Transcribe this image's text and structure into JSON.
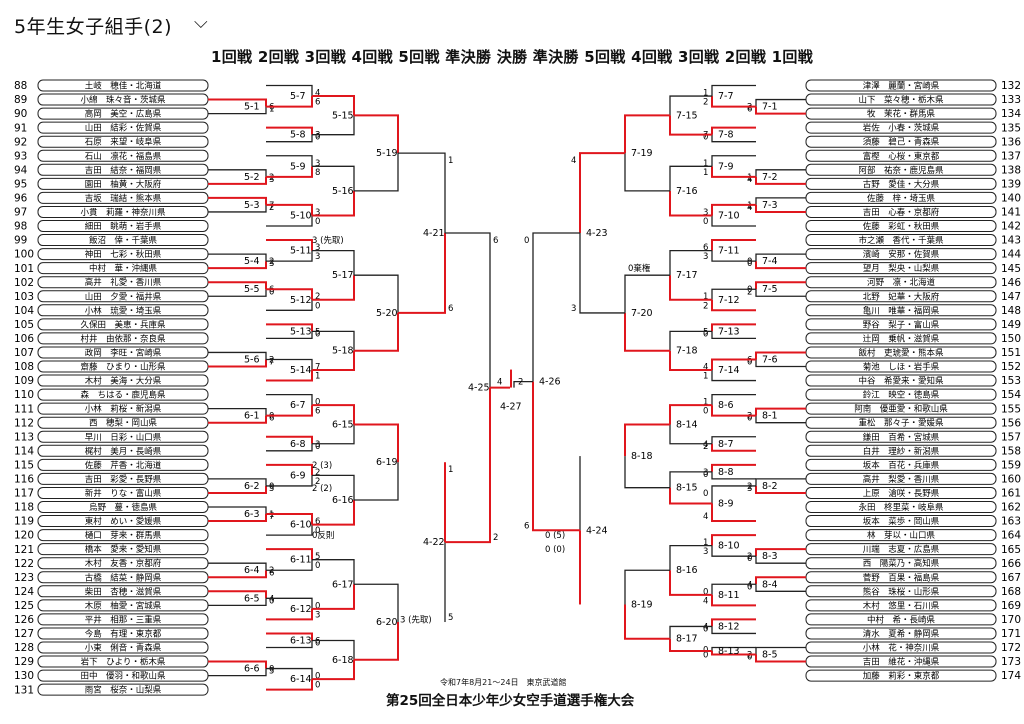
{
  "title": "5年生女子組手(2)",
  "chevron_icon": "chevron-down-icon",
  "round_header": "1回戦 2回戦 3回戦 4回戦 5回戦 準決勝 決勝 準決勝 5回戦 4回戦 3回戦 2回戦 1回戦",
  "footer": {
    "date": "令和7年8月21〜24日　東京武道館",
    "event": "第25回全日本少年少女空手道選手権大会"
  },
  "colors": {
    "winner_line": "#e0161d",
    "loser_line": "#222222"
  },
  "left_players": [
    {
      "no": "88",
      "name": "土岐　穂佳・北海道"
    },
    {
      "no": "89",
      "name": "小綿　珠々音・茨城県"
    },
    {
      "no": "90",
      "name": "高岡　美空・広島県"
    },
    {
      "no": "91",
      "name": "山田　結彩・佐賀県"
    },
    {
      "no": "92",
      "name": "石原　来望・岐阜県"
    },
    {
      "no": "93",
      "name": "石山　凛花・福島県"
    },
    {
      "no": "94",
      "name": "吉田　結奈・福岡県"
    },
    {
      "no": "95",
      "name": "園田　柚黄・大阪府"
    },
    {
      "no": "96",
      "name": "吉坂　瑞結・熊本県"
    },
    {
      "no": "97",
      "name": "小貫　莉羅・神奈川県"
    },
    {
      "no": "98",
      "name": "細田　眺萌・岩手県"
    },
    {
      "no": "99",
      "name": "飯沼　倖・千葉県"
    },
    {
      "no": "100",
      "name": "神田　七彩・秋田県"
    },
    {
      "no": "101",
      "name": "中村　華・沖縄県"
    },
    {
      "no": "102",
      "name": "高井　礼愛・香川県"
    },
    {
      "no": "103",
      "name": "山田　夕愛・福井県"
    },
    {
      "no": "104",
      "name": "小林　琉愛・埼玉県"
    },
    {
      "no": "105",
      "name": "久保田　美恵・兵庫県"
    },
    {
      "no": "106",
      "name": "村井　由依那・奈良県"
    },
    {
      "no": "107",
      "name": "政岡　李旺・宮崎県"
    },
    {
      "no": "108",
      "name": "齋藤　ひまり・山形県"
    },
    {
      "no": "109",
      "name": "木村　美海・大分県"
    },
    {
      "no": "110",
      "name": "森　ちはる・鹿児島県"
    },
    {
      "no": "111",
      "name": "小林　莉桜・新潟県"
    },
    {
      "no": "112",
      "name": "西　穂梨・岡山県"
    },
    {
      "no": "113",
      "name": "早川　日彩・山口県"
    },
    {
      "no": "114",
      "name": "梶村　美月・長崎県"
    },
    {
      "no": "115",
      "name": "佐藤　芹香・北海道"
    },
    {
      "no": "116",
      "name": "吉田　彩愛・長野県"
    },
    {
      "no": "117",
      "name": "新井　りな・富山県"
    },
    {
      "no": "118",
      "name": "烏野　蔓・徳島県"
    },
    {
      "no": "119",
      "name": "東村　めい・愛媛県"
    },
    {
      "no": "120",
      "name": "樋口　芽来・群馬県"
    },
    {
      "no": "121",
      "name": "橋本　愛来・愛知県"
    },
    {
      "no": "122",
      "name": "木村　友香・京都府"
    },
    {
      "no": "123",
      "name": "古橋　結菜・静岡県"
    },
    {
      "no": "124",
      "name": "柴田　杏穂・滋賀県"
    },
    {
      "no": "125",
      "name": "木原　柚愛・宮城県"
    },
    {
      "no": "126",
      "name": "平井　相那・三重県"
    },
    {
      "no": "127",
      "name": "今島　有理・東京都"
    },
    {
      "no": "128",
      "name": "小東　俐音・青森県"
    },
    {
      "no": "129",
      "name": "岩下　ひより・栃木県"
    },
    {
      "no": "130",
      "name": "田中　優羽・和歌山県"
    },
    {
      "no": "131",
      "name": "雨宮　桜奈・山梨県"
    }
  ],
  "right_players": [
    {
      "no": "132",
      "name": "津澤　麗蘭・宮崎県"
    },
    {
      "no": "133",
      "name": "山下　菜々穂・栃木県"
    },
    {
      "no": "134",
      "name": "牧　茉花・群馬県"
    },
    {
      "no": "135",
      "name": "岩佐　小春・茨城県"
    },
    {
      "no": "136",
      "name": "須藤　碧己・青森県"
    },
    {
      "no": "137",
      "name": "富樫　心桜・東京都"
    },
    {
      "no": "138",
      "name": "阿部　祐奈・鹿児島県"
    },
    {
      "no": "139",
      "name": "古野　愛佳・大分県"
    },
    {
      "no": "140",
      "name": "佐藤　梓・埼玉県"
    },
    {
      "no": "141",
      "name": "吉田　心春・京都府"
    },
    {
      "no": "142",
      "name": "佐藤　彩虹・秋田県"
    },
    {
      "no": "143",
      "name": "市之瀬　香代・千葉県"
    },
    {
      "no": "144",
      "name": "濱崎　安那・佐賀県"
    },
    {
      "no": "145",
      "name": "望月　梨央・山梨県"
    },
    {
      "no": "146",
      "name": "河野　凛・北海道"
    },
    {
      "no": "147",
      "name": "北野　妃華・大阪府"
    },
    {
      "no": "148",
      "name": "亀川　唯華・福岡県"
    },
    {
      "no": "149",
      "name": "野谷　梨子・富山県"
    },
    {
      "no": "150",
      "name": "辻岡　乗帆・滋賀県"
    },
    {
      "no": "151",
      "name": "飯村　吏琥愛・熊本県"
    },
    {
      "no": "152",
      "name": "菊池　しほ・岩手県"
    },
    {
      "no": "153",
      "name": "中谷　希愛来・愛知県"
    },
    {
      "no": "154",
      "name": "鈴江　映空・徳島県"
    },
    {
      "no": "155",
      "name": "阿南　優亜愛・和歌山県"
    },
    {
      "no": "156",
      "name": "重松　那々子・愛媛県"
    },
    {
      "no": "157",
      "name": "鎌田　百希・宮城県"
    },
    {
      "no": "158",
      "name": "白井　理紗・新潟県"
    },
    {
      "no": "159",
      "name": "坂本　百花・兵庫県"
    },
    {
      "no": "160",
      "name": "高井　梨愛・香川県"
    },
    {
      "no": "161",
      "name": "上原　滄咲・長野県"
    },
    {
      "no": "162",
      "name": "永田　柊里菜・岐阜県"
    },
    {
      "no": "163",
      "name": "坂本　菜歩・岡山県"
    },
    {
      "no": "164",
      "name": "林　芽以・山口県"
    },
    {
      "no": "165",
      "name": "川端　志夏・広島県"
    },
    {
      "no": "166",
      "name": "西　陽菜乃・高知県"
    },
    {
      "no": "167",
      "name": "菅野　百果・福島県"
    },
    {
      "no": "168",
      "name": "熊谷　珠桜・山形県"
    },
    {
      "no": "169",
      "name": "木村　悠里・石川県"
    },
    {
      "no": "170",
      "name": "中村　希・長崎県"
    },
    {
      "no": "171",
      "name": "清水　夏希・静岡県"
    },
    {
      "no": "172",
      "name": "小林　花・神奈川県"
    },
    {
      "no": "173",
      "name": "吉田　維花・沖縄県"
    },
    {
      "no": "174",
      "name": "加藤　莉彩・東京都"
    }
  ],
  "match_labels": {
    "left": [
      "5-1",
      "5-2",
      "5-3",
      "5-4",
      "5-5",
      "5-6",
      "6-1",
      "6-2",
      "6-3",
      "6-4",
      "6-5",
      "6-6",
      "5-7",
      "5-8",
      "5-9",
      "5-10",
      "5-11",
      "5-12",
      "5-13",
      "5-14",
      "6-7",
      "6-8",
      "6-9",
      "6-10",
      "6-11",
      "6-12",
      "6-13",
      "6-14",
      "5-15",
      "5-16",
      "5-17",
      "5-18",
      "6-15",
      "6-16",
      "6-17",
      "6-18",
      "5-19",
      "5-20",
      "6-19",
      "6-20",
      "4-21",
      "4-22",
      "4-25"
    ],
    "right": [
      "7-1",
      "7-2",
      "7-3",
      "7-4",
      "7-5",
      "7-6",
      "8-1",
      "8-2",
      "8-3",
      "8-4",
      "8-5",
      "7-7",
      "7-8",
      "7-9",
      "7-10",
      "7-11",
      "7-12",
      "7-13",
      "7-14",
      "8-6",
      "8-7",
      "8-8",
      "8-9",
      "8-10",
      "8-11",
      "8-12",
      "8-13",
      "7-15",
      "7-16",
      "7-17",
      "7-18",
      "8-14",
      "8-15",
      "8-16",
      "8-17",
      "7-19",
      "7-20",
      "8-18",
      "8-19",
      "4-23",
      "4-24",
      "4-26"
    ],
    "final": "4-27"
  },
  "notes": {
    "senshu": "(先取)",
    "hansoku": "反則",
    "kiken": "棄権",
    "left_r4_1": "3 (先取)",
    "left_r4_2": "2 (3)",
    "left_r4_3": "2 (2)",
    "left_r4_4": "0反則",
    "left_r6_1": "3 (先取)",
    "right_r4_1": "0棄権",
    "right_sf_1": "0 (5)",
    "right_sf_2": "0 (0)"
  }
}
